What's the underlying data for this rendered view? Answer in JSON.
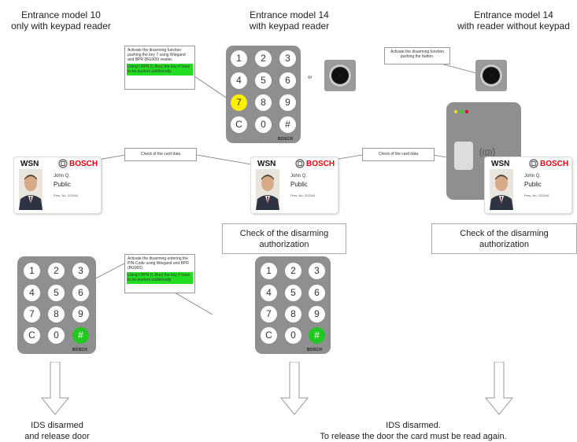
{
  "columns": [
    {
      "title_line1": "Entrance model 10",
      "title_line2": "only with keypad reader"
    },
    {
      "title_line1": "Entrance model 14",
      "title_line2": "with keypad reader"
    },
    {
      "title_line1": "Entrance model 14",
      "title_line2": "with reader without keypad"
    }
  ],
  "keypad_keys": [
    "1",
    "2",
    "3",
    "4",
    "5",
    "6",
    "7",
    "8",
    "9",
    "C",
    "0",
    "#"
  ],
  "keypad_brand": "BOSCH",
  "note_top": {
    "text": "Activate the disarming function pushing the key 7 using Wiegand and BPR (BG900) reader.",
    "green_text": "Using I-BPR (L-Bus) the key # have to be pushed additionally."
  },
  "or_label": "or",
  "note_button": {
    "text": "Activate the disarming function pushing the button."
  },
  "note_pin": {
    "text": "Activate the disarming entering the PIN-Code using Wiegand und BPR (BG900).",
    "green_text": "Using I-BPR (L-Bus) the key # have to be pushed additionally."
  },
  "check_card_label": "Check of the card data",
  "card": {
    "wsn": "WSN",
    "brand": "BOSCH",
    "name_line1": "John Q.",
    "name_line2": "Public",
    "pers_no": "Pers. No. 223344"
  },
  "auth_box": {
    "line1": "Check of the disarming",
    "line2": "authorization"
  },
  "bottom_left": {
    "line1": "IDS disarmed",
    "line2": "and release door"
  },
  "bottom_right": {
    "line1": "IDS disarmed.",
    "line2": "To release the door the card must be read again."
  },
  "colors": {
    "keypad_grey": "#8f8f8f",
    "highlight_yellow": "#ffef00",
    "highlight_green": "#22c722",
    "note_green": "#22dd22",
    "bosch_red": "#e3000f"
  }
}
